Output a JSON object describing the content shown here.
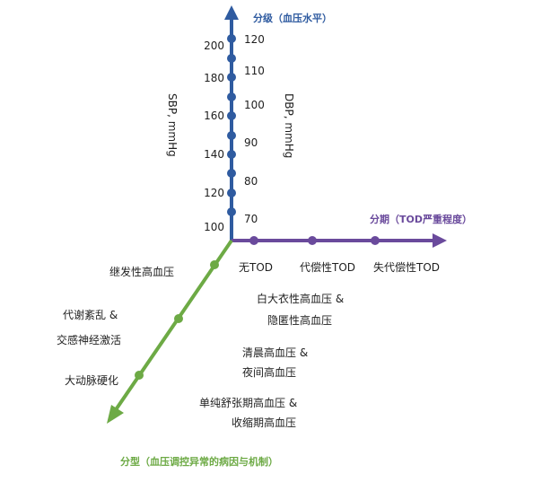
{
  "colors": {
    "vertical_axis": "#2F5BA0",
    "horizontal_axis": "#6A4A9C",
    "diagonal_axis": "#6DAA45"
  },
  "axes": {
    "vertical_title": "分级（血压水平）",
    "horizontal_title": "分期（TOD严重程度）",
    "diagonal_title": "分型（血压调控异常的病因与机制）",
    "sbp_label": "SBP, mmHg",
    "dbp_label": "DBP, mmHg"
  },
  "sbp_ticks": [
    "200",
    "180",
    "160",
    "140",
    "120",
    "100"
  ],
  "dbp_ticks": [
    "120",
    "110",
    "100",
    "90",
    "80",
    "70"
  ],
  "stages": [
    "无TOD",
    "代偿性TOD",
    "失代偿性TOD"
  ],
  "types_left": [
    "继发性高血压",
    "代谢紊乱 &",
    "交感神经激活",
    "大动脉硬化"
  ],
  "types_right": [
    "白大衣性高血压 &",
    "隐匿性高血压",
    "清晨高血压 &",
    "夜间高血压",
    "单纯舒张期高血压 &",
    "收缩期高血压"
  ]
}
